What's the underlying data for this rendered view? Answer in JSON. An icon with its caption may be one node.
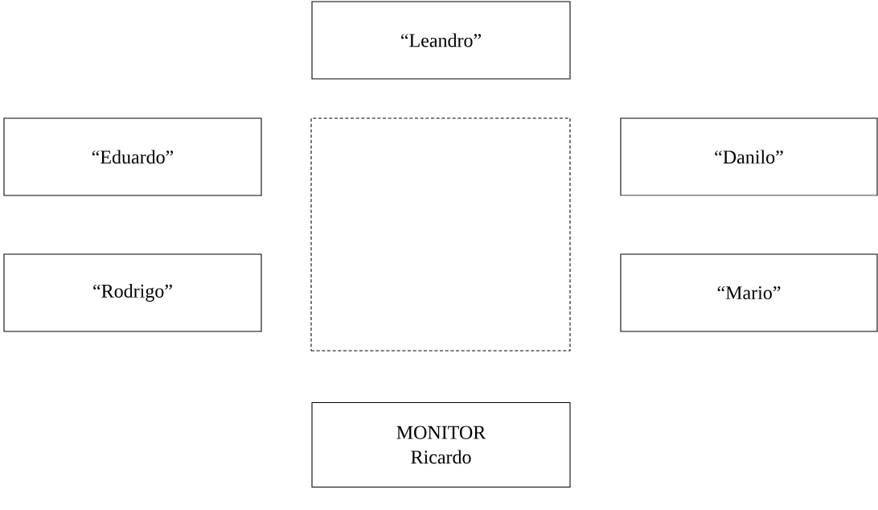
{
  "diagram": {
    "nodes": [
      {
        "text": [
          "“Leandro”"
        ]
      },
      {
        "text": [
          "“Eduardo”"
        ]
      },
      {
        "text": [],
        "shape": "box"
      },
      {
        "text": [
          "“Danilo”"
        ]
      },
      {
        "text": [
          "“Rodrigo”"
        ]
      },
      {
        "text": [
          "“Mario”"
        ]
      },
      {
        "text": [
          "MONITOR",
          "Ricardo"
        ]
      }
    ]
  }
}
